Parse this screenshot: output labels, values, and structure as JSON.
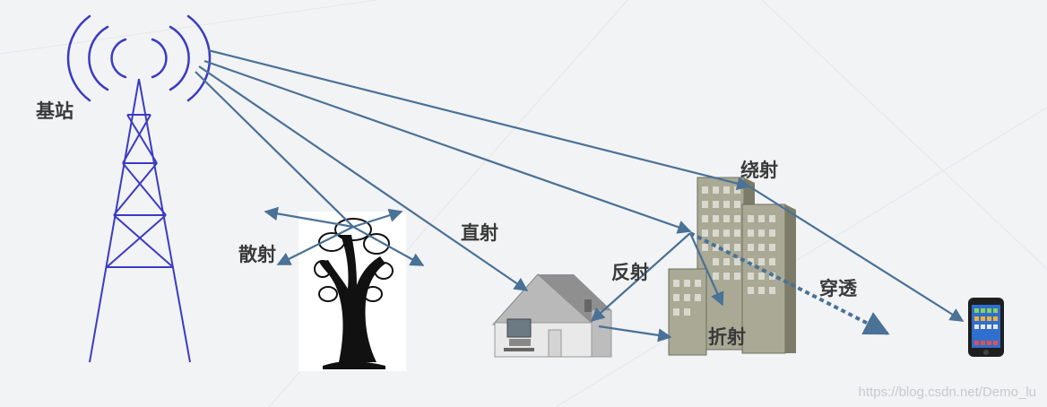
{
  "labels": {
    "base_station": "基站",
    "scatter": "散射",
    "direct": "直射",
    "reflect": "反射",
    "diffract": "绕射",
    "penetrate": "穿透",
    "refract": "折射"
  },
  "watermark": "https://blog.csdn.net/Demo_lu",
  "colors": {
    "arrow": "#4a7196",
    "tower": "#3b3bc4",
    "building": "#a9a995",
    "label": "#3a3a3a"
  }
}
